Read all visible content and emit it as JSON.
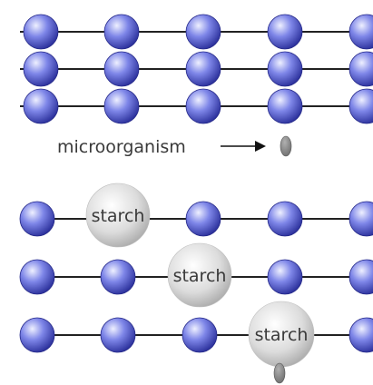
{
  "labels": {
    "microorganism": "microorganism",
    "starch_1": "starch",
    "starch_2": "starch",
    "starch_3": "starch"
  },
  "colors": {
    "sphere_light": "#eef0ff",
    "sphere_mid": "#7e86e8",
    "sphere_dark": "#2a2f9a",
    "starch_light": "#ffffff",
    "starch_dark": "#a9a9a9",
    "microorganism": "#8a8a8a",
    "line": "#222222"
  },
  "icons": {
    "arrow": "right-arrow-icon",
    "sphere": "sphere-icon",
    "microorganism": "microorganism-icon"
  }
}
